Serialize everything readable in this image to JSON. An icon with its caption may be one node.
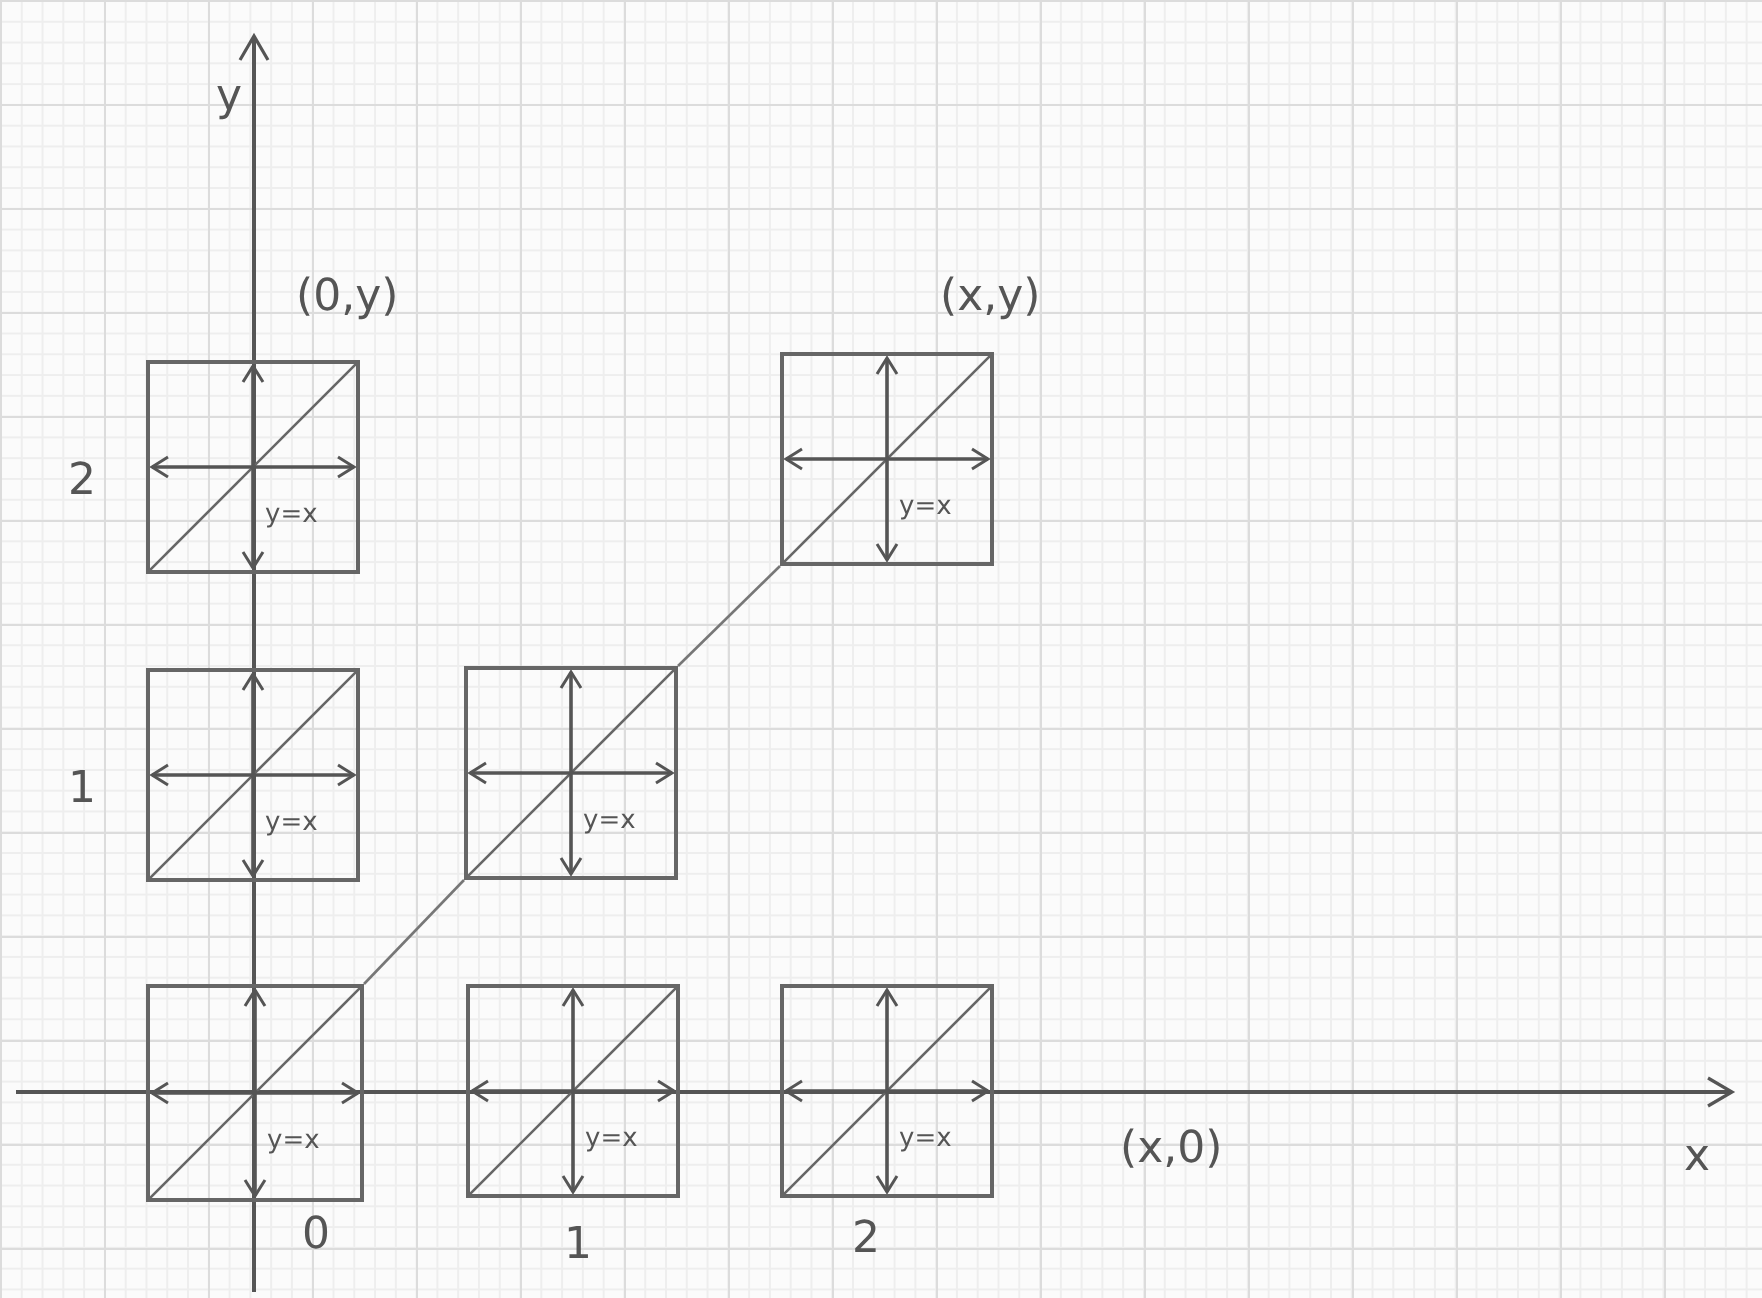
{
  "diagram": {
    "nodes": [
      {
        "text": [
          "y=x"
        ]
      },
      {
        "text": [
          "y=x"
        ]
      },
      {
        "text": [
          "y=x"
        ]
      },
      {
        "text": [
          "y=x"
        ]
      },
      {
        "text": [
          "y=x"
        ]
      },
      {
        "text": [
          "y=x"
        ]
      },
      {
        "text": [
          "y=x"
        ]
      }
    ],
    "edges": [
      {
        "from": 4,
        "to": 3,
        "arrow": "none"
      },
      {
        "from": 3,
        "to": 1,
        "arrow": "none"
      }
    ],
    "labels": [
      "y",
      "(0,y)",
      "(x,y)",
      "2",
      "1",
      "(x,0)",
      "x",
      "0",
      "1",
      "2"
    ]
  }
}
